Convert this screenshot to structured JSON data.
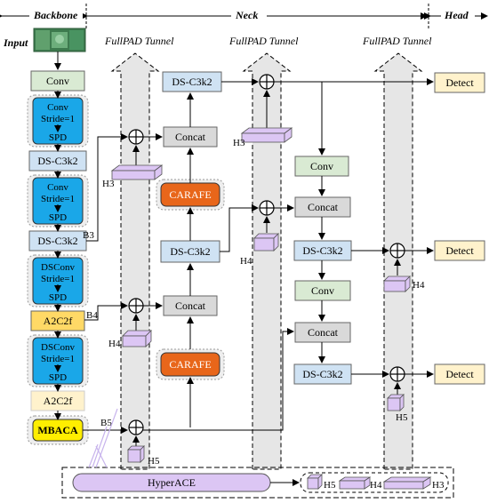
{
  "sections": {
    "backbone": "Backbone",
    "neck": "Neck",
    "head": "Head"
  },
  "input_label": "Input",
  "tunnels": [
    "FullPAD Tunnel",
    "FullPAD Tunnel",
    "FullPAD Tunnel"
  ],
  "backbone": {
    "conv": "Conv",
    "spd_block1": [
      "Conv",
      "Stride=1",
      "SPD"
    ],
    "dsc3k2_1": "DS-C3k2",
    "spd_block2": [
      "Conv",
      "Stride=1",
      "SPD"
    ],
    "dsc3k2_2": "DS-C3k2",
    "spd_block3": [
      "DSConv",
      "Stride=1",
      "SPD"
    ],
    "a2c2f_1": "A2C2f",
    "spd_block4": [
      "DSConv",
      "Stride=1",
      "SPD"
    ],
    "a2c2f_2": "A2C2f",
    "mbaca": "MBACA"
  },
  "taps": {
    "b3": "B3",
    "b4": "B4",
    "b5": "B5"
  },
  "neck": {
    "dsc3k2_top": "DS-C3k2",
    "concat_1": "Concat",
    "carafe_1": "CARAFE",
    "dsc3k2_mid": "DS-C3k2",
    "concat_2": "Concat",
    "carafe_2": "CARAFE",
    "conv_1": "Conv",
    "concat_3": "Concat",
    "dsc3k2_r1": "DS-C3k2",
    "conv_2": "Conv",
    "concat_4": "Concat",
    "dsc3k2_r2": "DS-C3k2"
  },
  "detect": [
    "Detect",
    "Detect",
    "Detect"
  ],
  "hyperace": "HyperACE",
  "h_labels": {
    "h3": "H3",
    "h4": "H4",
    "h5": "H5"
  },
  "colors": {
    "green": "#d9ead3",
    "blue": "#1aa7e8",
    "gray": "#d9d9d9",
    "lightblue": "#cfe2f3",
    "orange": "#e8661a",
    "yellow_light": "#ffe699",
    "yellow": "#ffee00",
    "cream": "#fff2cc",
    "purple": "#dcc6f4",
    "tunnel": "#e6e6e6"
  }
}
